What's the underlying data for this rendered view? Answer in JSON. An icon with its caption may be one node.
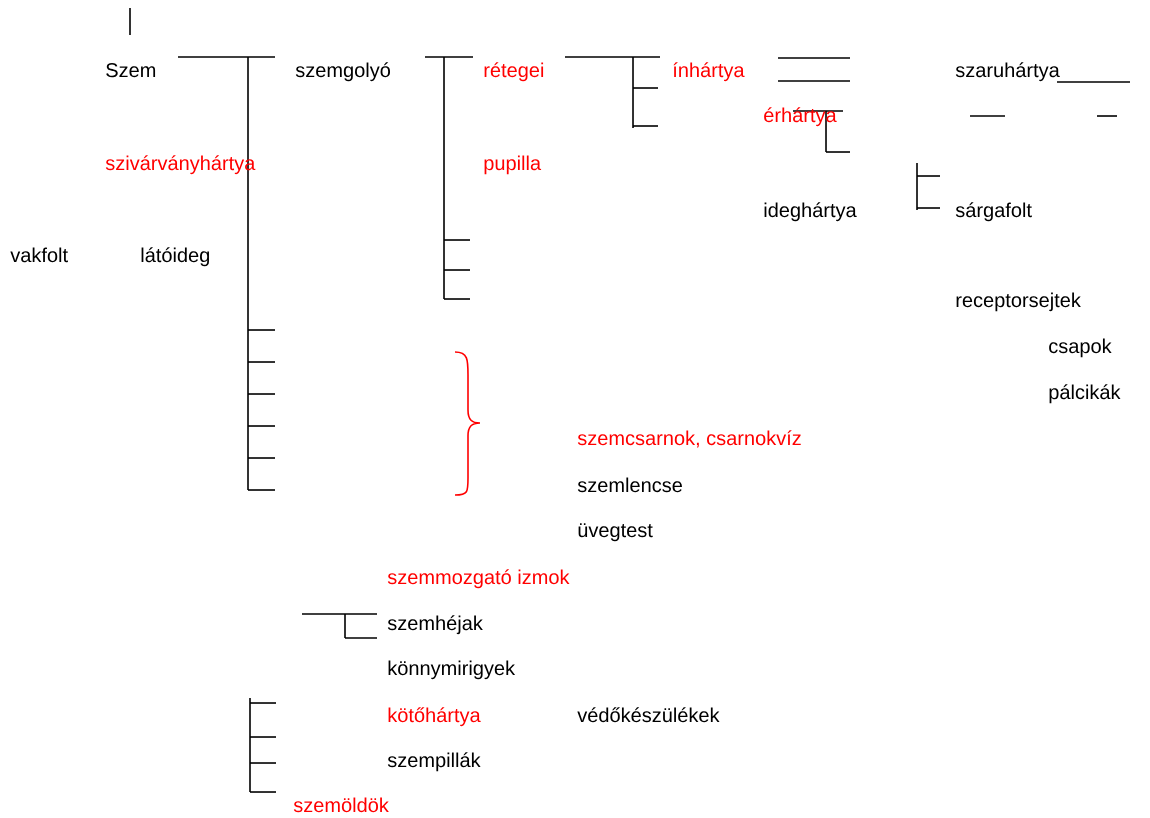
{
  "diagram": {
    "labels": [
      "Szem",
      "szemgolyó",
      "rétegei",
      "ínhártya",
      "szaruhártya",
      "érhártya",
      "szivárványhártya",
      "pupilla",
      "ideghártya",
      "sárgafolt",
      "vakfolt",
      "látóideg",
      "receptorsejtek",
      "csapok",
      "pálcikák",
      "szemcsarnok, csarnokvíz",
      "szemlencse",
      "üvegtest",
      "szemmozgató izmok",
      "szemhéjak",
      "könnymirigyek",
      "kötőhártya",
      "védőkészülékek",
      "szempillák",
      "szemöldök"
    ]
  }
}
